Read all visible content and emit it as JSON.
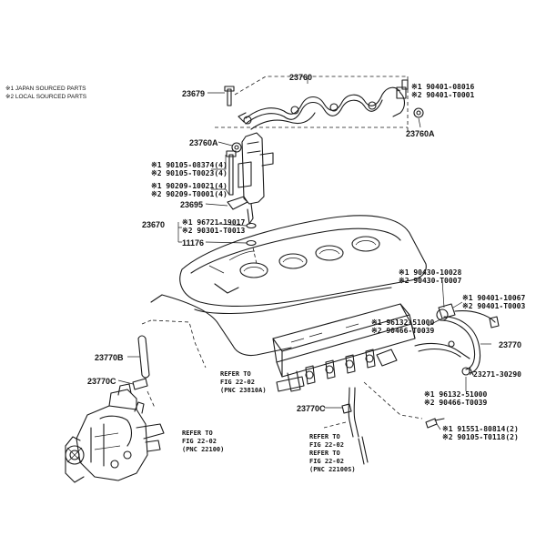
{
  "legend": {
    "line1": "※1 JAPAN SOURCED PARTS",
    "line2": "※2 LOCAL SOURCED PARTS"
  },
  "parts": {
    "p23760": "23760",
    "p23679": "23679",
    "p23760a_top": "23760A",
    "p23760a_right": "23760A",
    "p190401_08016": "※1 90401-08016",
    "p290401_t0001": "※2 90401-T0001",
    "p190105_08374": "※1 90105-08374(4)",
    "p290105_t0023": "※2 90105-T0023(4)",
    "p190209_10021": "※1 90209-10021(4)",
    "p290209_t0001": "※2 90209-T0001(4)",
    "p23695": "23695",
    "p23670": "23670",
    "p196721_19017": "※1 96721-19017",
    "p290301_t0013": "※2 90301-T0013",
    "p11176": "11176",
    "p190430_10028": "※1 90430-10028",
    "p290430_t0007": "※2 90430-T0007",
    "p190401_10067": "※1 90401-10067",
    "p290401_t0003": "※2 90401-T0003",
    "p196132_51000_a": "※1 96132-51000",
    "p290466_t0039_a": "※2 90466-T0039",
    "p23770": "23770",
    "p23271_30290": "23271-30290",
    "p196132_51000_b": "※1 96132-51000",
    "p290466_t0039_b": "※2 90466-T0039",
    "p191551_80814": "※1 91551-80814(2)",
    "p290105_t0118": "※2 90105-T0118(2)",
    "p23770b": "23770B",
    "p23770c_left": "23770C",
    "p23770c_mid": "23770C"
  },
  "refs": {
    "ref1_a": "REFER TO",
    "ref1_b": "FIG 22-02",
    "ref1_c": "(PNC 23810A)",
    "ref2_a": "REFER TO",
    "ref2_b": "FIG 22-02",
    "ref2_c": "(PNC 22100)",
    "ref3_a": "REFER TO",
    "ref3_b": "FIG 22-02",
    "ref3_c": "REFER TO",
    "ref3_d": "FIG 22-02",
    "ref3_e": "(PNC 22100S)"
  }
}
